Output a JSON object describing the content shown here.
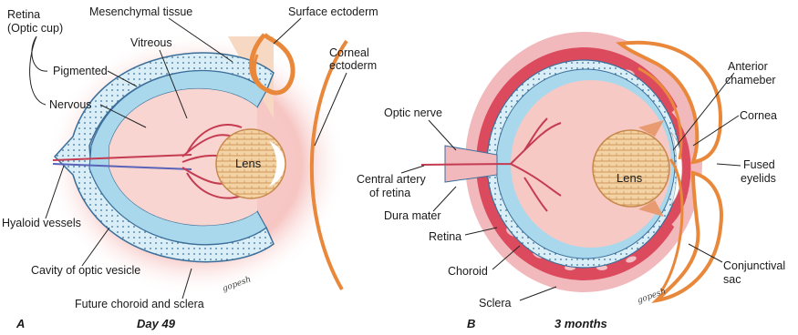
{
  "panel_a": {
    "letter": "A",
    "caption": "Day 49",
    "labels": {
      "retina_line1": "Retina",
      "retina_line2": "(Optic cup)",
      "pigmented": "Pigmented",
      "nervous": "Nervous",
      "mesenchymal": "Mesenchymal tissue",
      "vitreous": "Vitreous",
      "surface_ectoderm": "Surface ectoderm",
      "corneal_line1": "Corneal",
      "corneal_line2": "ectoderm",
      "lens": "Lens",
      "hyaloid": "Hyaloid vessels",
      "cavity": "Cavity of optic vesicle",
      "future": "Future choroid and sclera"
    },
    "signature": "gopesh"
  },
  "panel_b": {
    "letter": "B",
    "caption": "3 months",
    "labels": {
      "optic_nerve": "Optic nerve",
      "central_line1": "Central artery",
      "central_line2": "of retina",
      "dura": "Dura mater",
      "retina": "Retina",
      "choroid": "Choroid",
      "sclera": "Sclera",
      "lens": "Lens",
      "anterior_line1": "Anterior",
      "anterior_line2": "chameber",
      "cornea": "Cornea",
      "fused_line1": "Fused",
      "fused_line2": "eyelids",
      "conj_line1": "Conjunctival",
      "conj_line2": "sac"
    },
    "signature": "gopesh"
  },
  "colors": {
    "pink_glow": "#f6c6c3",
    "vitreous_pink": "#f8d5d0",
    "retina_blue": "#a9d8ec",
    "retina_outline": "#3b6f9a",
    "ectoderm_orange": "#e9883a",
    "lens_tan": "#f3d3a4",
    "vessel_red": "#d24b5a",
    "sclera_pink": "#f2b9bd",
    "choroid_red": "#dc4a5e"
  }
}
